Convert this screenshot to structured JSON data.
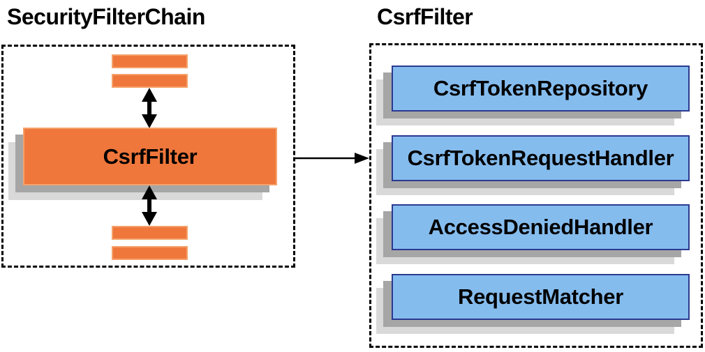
{
  "left_panel": {
    "title": "SecurityFilterChain",
    "filter_box": {
      "label": "CsrfFilter"
    },
    "stub_bar_count": 4
  },
  "right_panel": {
    "title": "CsrfFilter",
    "components": [
      {
        "label": "CsrfTokenRepository"
      },
      {
        "label": "CsrfTokenRequestHandler"
      },
      {
        "label": "AccessDeniedHandler"
      },
      {
        "label": "RequestMatcher"
      }
    ]
  },
  "connections": {
    "vertical_arrows": "bidirectional between filter stubs and CsrfFilter",
    "horizontal_arrow": "CsrfFilter to CsrfFilter components"
  },
  "colors": {
    "filter_fill": "#F0773B",
    "filter_border": "#F4A26B",
    "component_fill": "#85BCEE",
    "component_border": "#2B3990",
    "shadow_dark": "#A6A6A6",
    "shadow_light": "#D9D9D9",
    "arrow": "#000000",
    "text": "#000000",
    "dashed_border": "#000000"
  }
}
